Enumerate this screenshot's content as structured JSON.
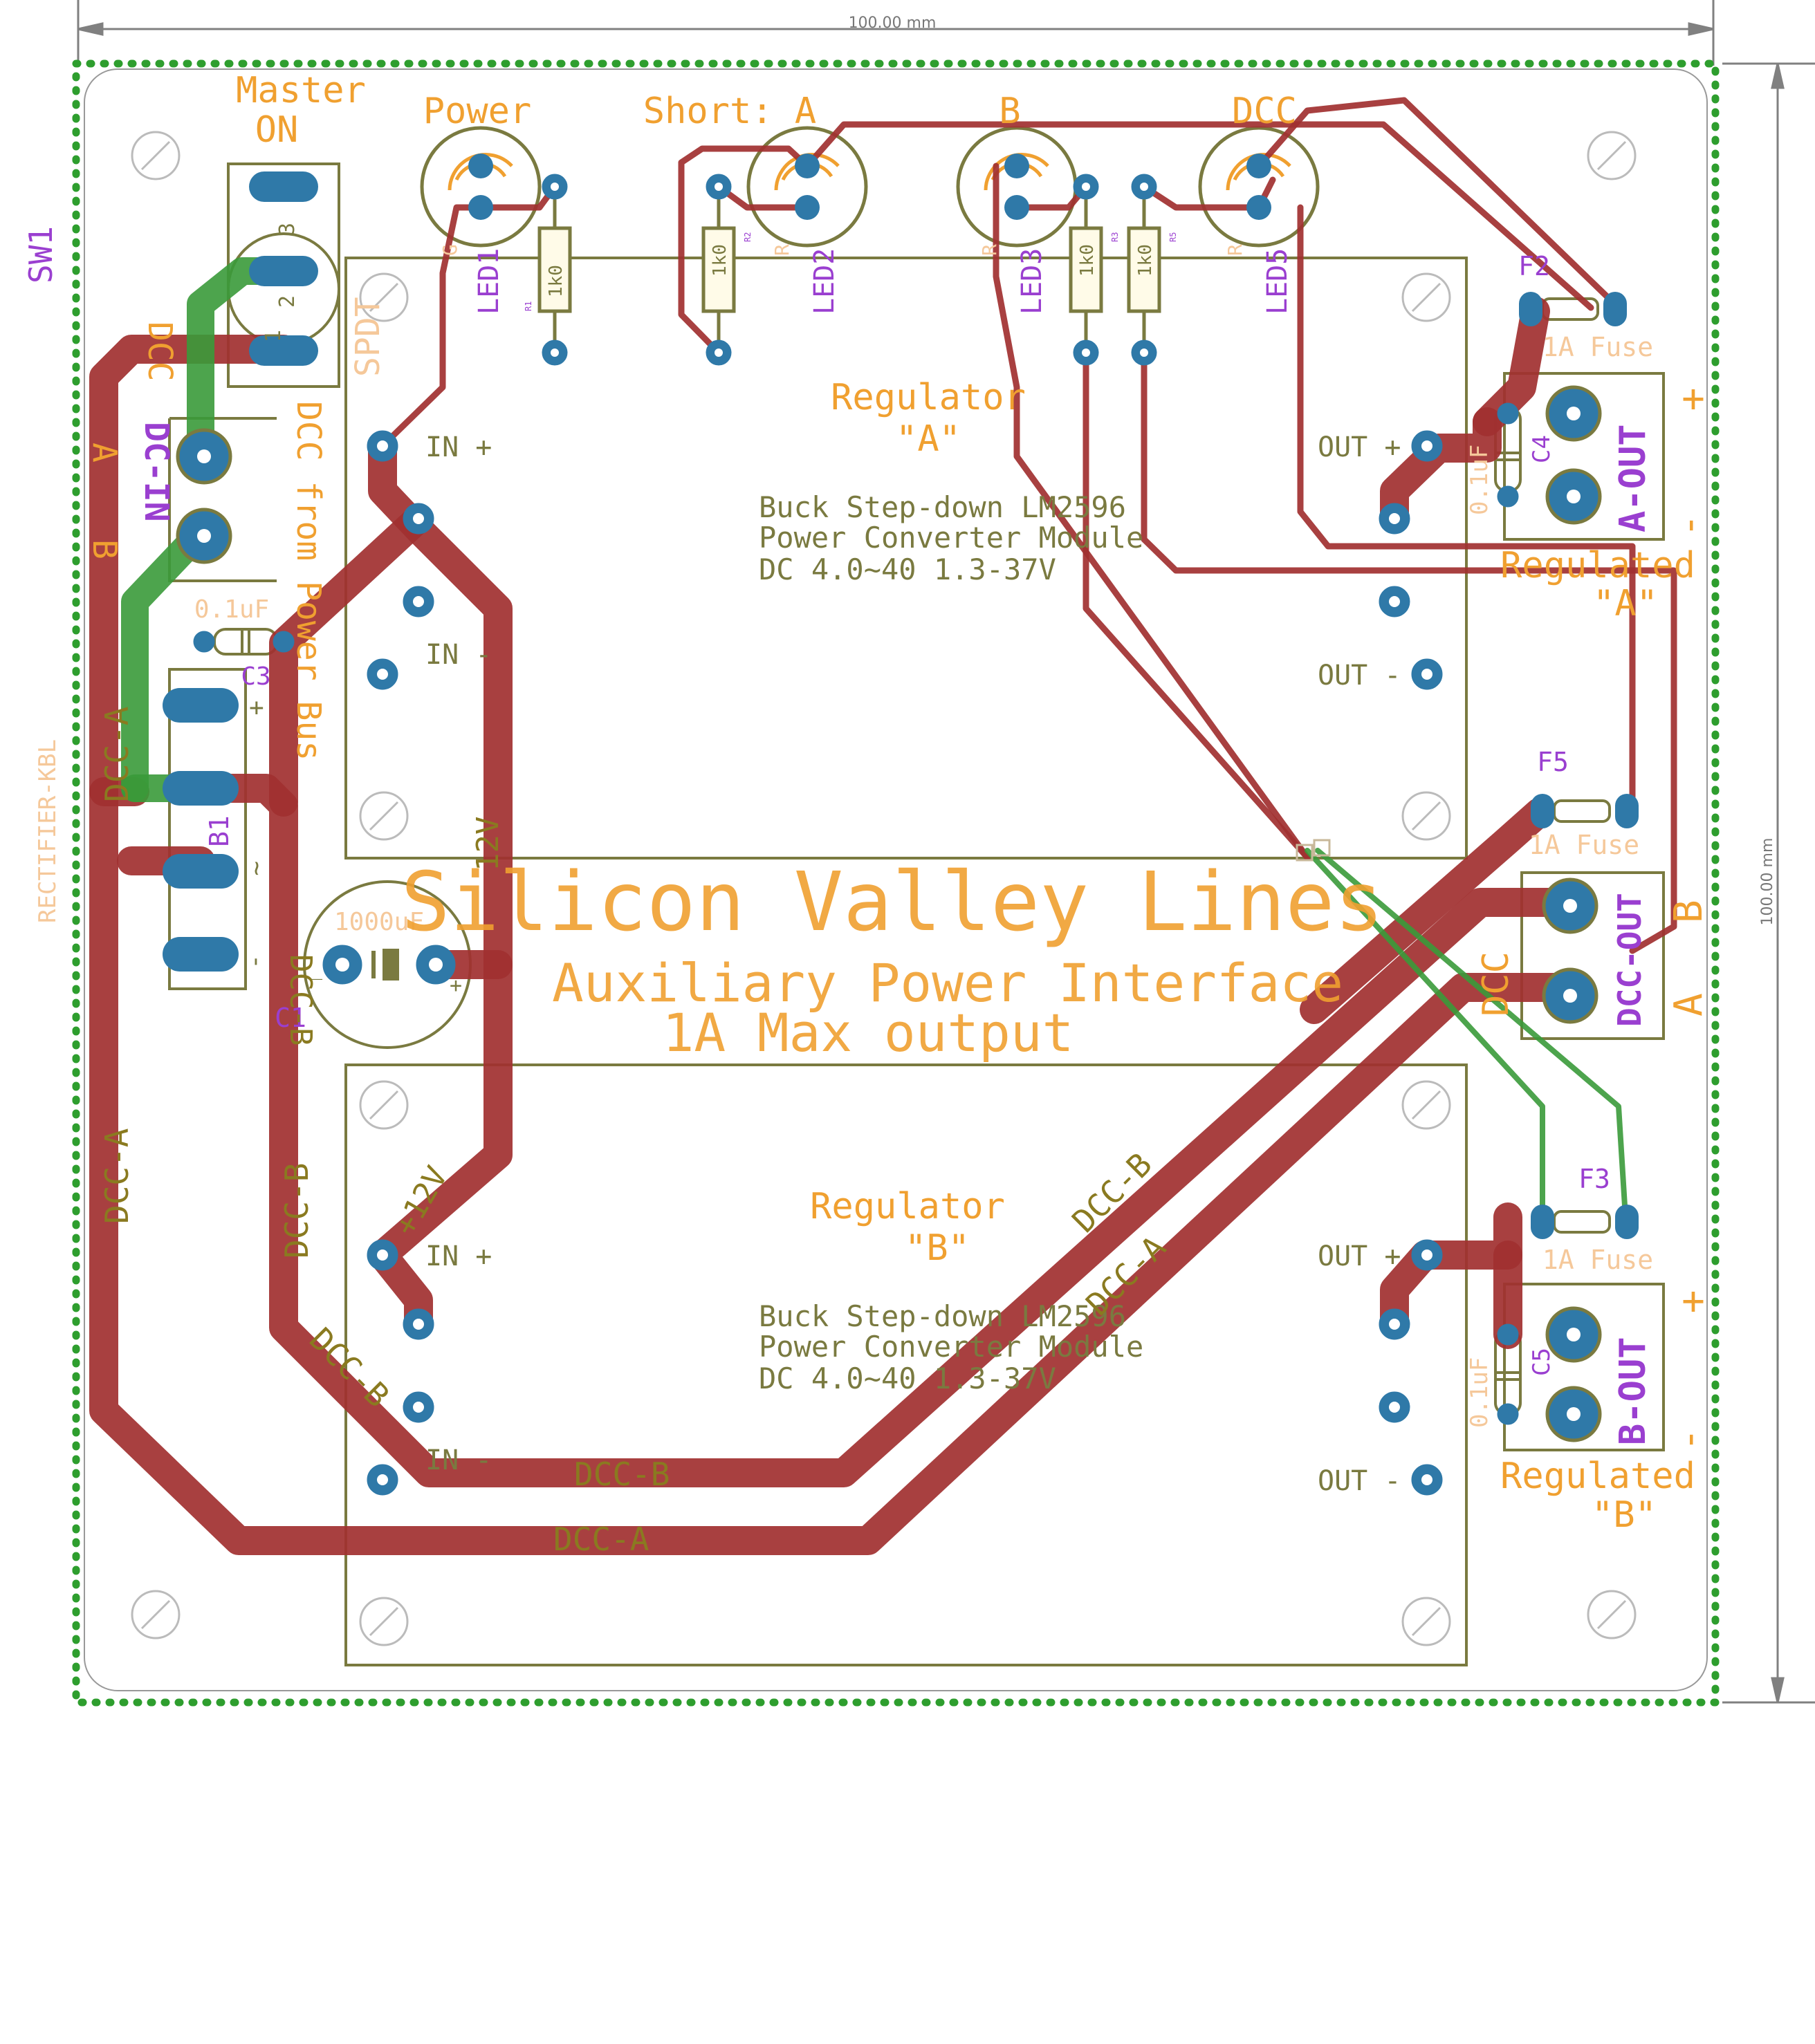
{
  "dimensions": {
    "width_label": "100.00",
    "height_label": "100.00",
    "unit": "mm"
  },
  "title": {
    "line1": "Silicon Valley Lines",
    "line2": "Auxiliary Power Interface",
    "line3": "1A Max output"
  },
  "switch": {
    "designator": "SW1",
    "type": "SPDT",
    "label_line1": "Master",
    "label_line2": "ON",
    "pin1": "1",
    "pin2": "2",
    "pin3": "3"
  },
  "leds": [
    {
      "label": "Power",
      "designator": "LED1",
      "color_code": "G"
    },
    {
      "label": "Short: A",
      "designator": "LED2",
      "color_code": "R"
    },
    {
      "label": "B",
      "designator": "LED3",
      "color_code": "R"
    },
    {
      "label": "DCC",
      "designator": "LED5",
      "color_code": "R"
    }
  ],
  "resistors": [
    {
      "value": "1k0",
      "designator": "R1"
    },
    {
      "value": "1k0",
      "designator": "R2"
    },
    {
      "value": "1k0",
      "designator": "R3"
    },
    {
      "value": "1k0",
      "designator": "R5"
    }
  ],
  "input_connector": {
    "designator": "DC-IN",
    "net_top": "DCC",
    "net_a": "A",
    "net_b": "B",
    "description": "DCC from Power Bus"
  },
  "rectifier": {
    "designator": "B1",
    "package": "RECTIFIER-KBL",
    "pin_plus": "+",
    "pin_tilde": "~",
    "pin_minus": "-"
  },
  "capacitors": {
    "c1": {
      "designator": "C1",
      "value": "1000uF",
      "plus": "+",
      "minus": "_"
    },
    "c3": {
      "designator": "C3",
      "value": "0.1uF"
    },
    "c4": {
      "designator": "C4",
      "value": "0.1uF"
    },
    "c5": {
      "designator": "C5",
      "value": "0.1uF"
    }
  },
  "regulator_a": {
    "title": "Regulator",
    "name": "\"A\"",
    "desc1": "Buck Step-down LM2596",
    "desc2": "Power Converter Module",
    "desc3": "DC 4.0~40 1.3-37V",
    "in_plus": "IN +",
    "in_minus": "IN -",
    "out_plus": "OUT +",
    "out_minus": "OUT -"
  },
  "regulator_b": {
    "title": "Regulator",
    "name": "\"B\"",
    "desc1": "Buck Step-down LM2596",
    "desc2": "Power Converter Module",
    "desc3": "DC 4.0~40 1.3-37V",
    "in_plus": "IN +",
    "in_minus": "IN -",
    "out_plus": "OUT +",
    "out_minus": "OUT -"
  },
  "fuses": [
    {
      "designator": "F2",
      "value": "1A Fuse"
    },
    {
      "designator": "F5",
      "value": "1A Fuse"
    },
    {
      "designator": "F3",
      "value": "1A Fuse"
    }
  ],
  "outputs": {
    "a_out": {
      "designator": "A-OUT",
      "plus": "+",
      "minus": "-",
      "label_line1": "Regulated",
      "label_line2": "\"A\""
    },
    "dcc_out": {
      "designator": "DCC-OUT",
      "net": "DCC",
      "a": "A",
      "b": "B"
    },
    "b_out": {
      "designator": "B-OUT",
      "plus": "+",
      "minus": "-",
      "label_line1": "Regulated",
      "label_line2": "\"B\""
    }
  },
  "nets": {
    "dcc_a": "DCC-A",
    "dcc_b": "DCC-B",
    "v12": "+12V",
    "v12b": "12V"
  },
  "colors": {
    "board_outline": "#2e9e2e",
    "top_trace": "#a13030",
    "bottom_trace": "#3a9a3a",
    "pad": "#2f79a8",
    "silk": "#7a7a40",
    "label": "#f0a030",
    "designator": "#9a3fd0",
    "rectifier_text": "#f5c89a"
  }
}
